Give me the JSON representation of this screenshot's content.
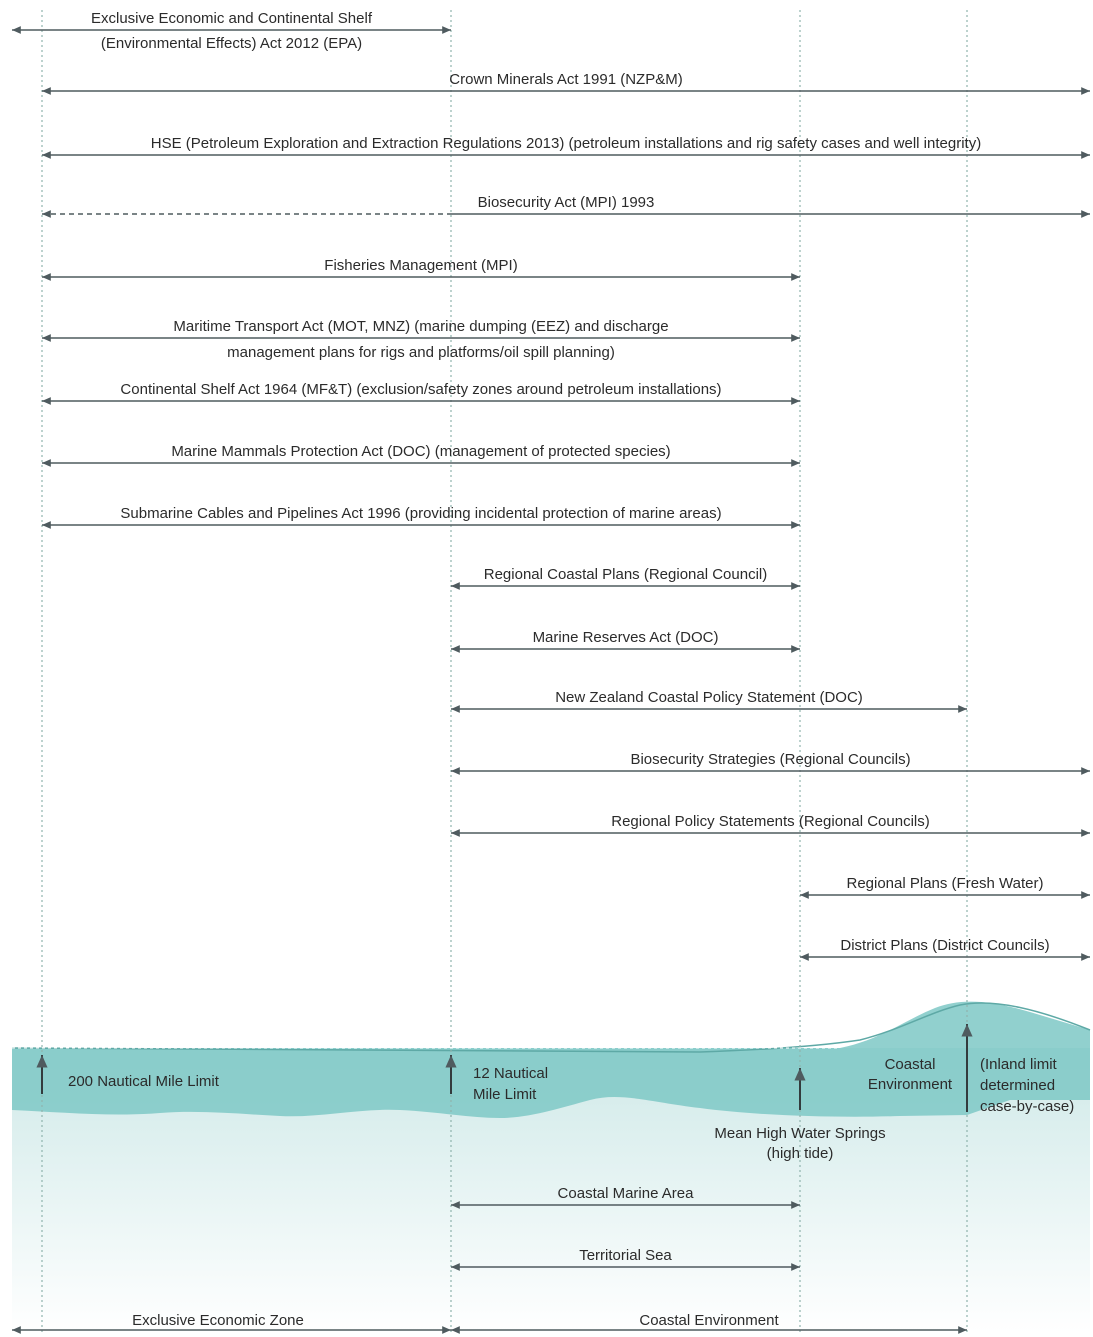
{
  "colors": {
    "arrow": "#4f5b5f",
    "line": "#4f5b5f",
    "guide": "#8fb3ad",
    "sea": "#7ec8c6",
    "sea_stroke": "#5ea9a6",
    "sea_fade": "#d8ecec",
    "text": "#2b2b2b"
  },
  "acts": [
    {
      "id": "epa",
      "lines": [
        "Exclusive Economic and Continental Shelf",
        "(Environmental Effects) Act 2012 (EPA)"
      ],
      "from": "edge-left",
      "to": "12nm",
      "style": "solid"
    },
    {
      "id": "crown-minerals",
      "lines": [
        "Crown Minerals Act 1991 (NZP&M)"
      ],
      "from": "200nm",
      "to": "edge-right",
      "style": "solid"
    },
    {
      "id": "hse",
      "lines": [
        "HSE (Petroleum Exploration and Extraction Regulations 2013) (petroleum installations and rig safety cases and well integrity)"
      ],
      "from": "200nm",
      "to": "edge-right",
      "style": "solid"
    },
    {
      "id": "biosecurity-act",
      "lines": [
        "Biosecurity Act (MPI) 1993"
      ],
      "from": "200nm",
      "to": "edge-right",
      "style": "dashed-then-solid"
    },
    {
      "id": "fisheries",
      "lines": [
        "Fisheries Management (MPI)"
      ],
      "from": "200nm",
      "to": "mhws",
      "style": "solid"
    },
    {
      "id": "maritime-transport",
      "lines": [
        "Maritime Transport Act (MOT, MNZ) (marine dumping (EEZ) and discharge",
        "management plans for rigs and platforms/oil spill planning)"
      ],
      "from": "200nm",
      "to": "mhws",
      "style": "solid"
    },
    {
      "id": "continental-shelf",
      "lines": [
        "Continental Shelf Act 1964 (MF&T) (exclusion/safety zones around petroleum installations)"
      ],
      "from": "200nm",
      "to": "mhws",
      "style": "solid"
    },
    {
      "id": "marine-mammals",
      "lines": [
        "Marine Mammals Protection Act (DOC) (management of protected species)"
      ],
      "from": "200nm",
      "to": "mhws",
      "style": "solid"
    },
    {
      "id": "submarine-cables",
      "lines": [
        "Submarine Cables and Pipelines Act 1996 (providing incidental protection of marine areas)"
      ],
      "from": "200nm",
      "to": "mhws",
      "style": "solid"
    },
    {
      "id": "regional-coastal-plans",
      "lines": [
        "Regional Coastal Plans (Regional Council)"
      ],
      "from": "12nm",
      "to": "mhws",
      "style": "solid"
    },
    {
      "id": "marine-reserves",
      "lines": [
        "Marine Reserves Act (DOC)"
      ],
      "from": "12nm",
      "to": "mhws",
      "style": "solid"
    },
    {
      "id": "nzcps",
      "lines": [
        "New Zealand Coastal Policy Statement (DOC)"
      ],
      "from": "12nm",
      "to": "inland",
      "style": "solid"
    },
    {
      "id": "biosecurity-strategies",
      "lines": [
        "Biosecurity Strategies (Regional Councils)"
      ],
      "from": "12nm",
      "to": "edge-right",
      "style": "solid"
    },
    {
      "id": "regional-policy",
      "lines": [
        "Regional Policy Statements (Regional Councils)"
      ],
      "from": "12nm",
      "to": "edge-right",
      "style": "solid"
    },
    {
      "id": "regional-plans-fw",
      "lines": [
        "Regional Plans (Fresh Water)"
      ],
      "from": "mhws",
      "to": "edge-right",
      "style": "solid"
    },
    {
      "id": "district-plans",
      "lines": [
        "District Plans (District Councils)"
      ],
      "from": "mhws",
      "to": "edge-right",
      "style": "solid"
    }
  ],
  "boundaries": {
    "nm200": {
      "lines": [
        "200 Nautical Mile Limit"
      ]
    },
    "nm12": {
      "lines": [
        "12 Nautical",
        "Mile Limit"
      ]
    },
    "mhws": {
      "lines": [
        "Mean High Water Springs",
        "(high tide)"
      ]
    },
    "coastal_env": {
      "lines": [
        "Coastal",
        "Environment"
      ]
    },
    "inland": {
      "lines": [
        "(Inland limit",
        "determined",
        "case-by-case)"
      ]
    }
  },
  "zones": [
    {
      "id": "coastal-marine-area",
      "lines": [
        "Coastal Marine Area"
      ],
      "from": "12nm",
      "to": "mhws"
    },
    {
      "id": "territorial-sea",
      "lines": [
        "Territorial Sea"
      ],
      "from": "12nm",
      "to": "mhws"
    }
  ],
  "bottom": [
    {
      "id": "eez",
      "lines": [
        "Exclusive Economic Zone"
      ],
      "from": "edge-left",
      "to": "12nm"
    },
    {
      "id": "coastal-environment",
      "lines": [
        "Coastal Environment"
      ],
      "from": "12nm",
      "to": "inland"
    }
  ]
}
